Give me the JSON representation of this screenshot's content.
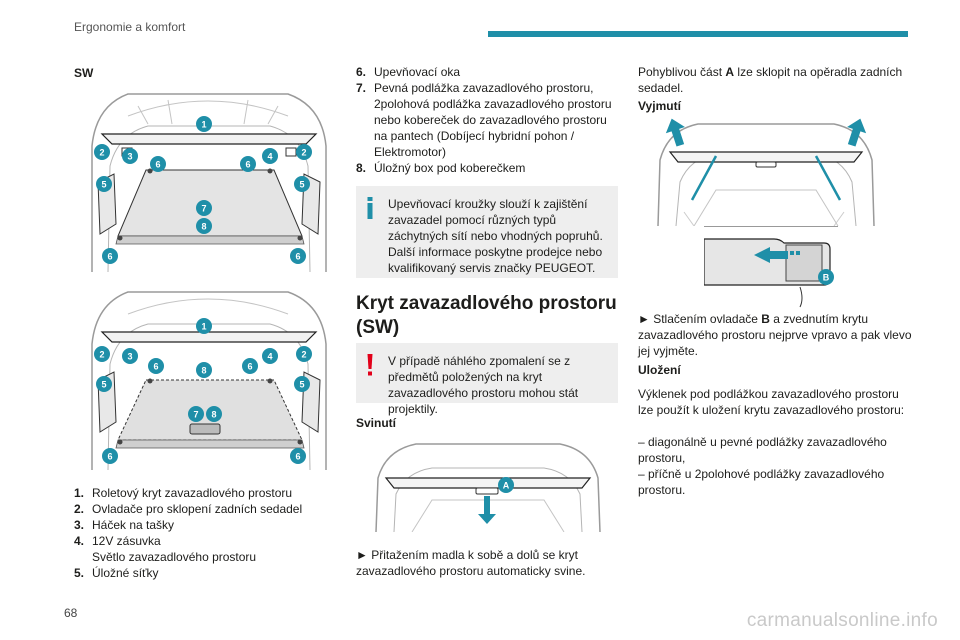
{
  "header": {
    "section": "Ergonomie a komfort"
  },
  "page_number": "68",
  "watermark": "carmanualsonline.info",
  "colors": {
    "accent": "#1f8fa8",
    "note_bg": "#eeeeee",
    "badge": "#1f8fa8",
    "warning": "#e2001a"
  },
  "col1": {
    "label": "SW",
    "fig1_badges": [
      "1",
      "2",
      "3",
      "6",
      "6",
      "4",
      "2",
      "5",
      "5",
      "7",
      "8",
      "6",
      "6"
    ],
    "fig2_badges": [
      "1",
      "2",
      "3",
      "6",
      "8",
      "6",
      "4",
      "2",
      "5",
      "5",
      "7",
      "8",
      "6",
      "6"
    ],
    "list": [
      {
        "n": "1.",
        "t": "Roletový kryt zavazadlového prostoru"
      },
      {
        "n": "2.",
        "t": "Ovladače pro sklopení zadních sedadel"
      },
      {
        "n": "3.",
        "t": "Háček na tašky"
      },
      {
        "n": "4.",
        "t": "12V zásuvka"
      },
      {
        "n": "",
        "t": "Světlo zavazadlového prostoru"
      },
      {
        "n": "5.",
        "t": "Úložné síťky"
      }
    ]
  },
  "col2": {
    "list": [
      {
        "n": "6.",
        "t": "Upevňovací oka"
      },
      {
        "n": "7.",
        "t": "Pevná podlážka zavazadlového prostoru, 2polohová podlážka zavazadlového prostoru nebo kobereček do zavazadlového prostoru na pantech (Dobíjecí hybridní pohon / Elektromotor)"
      },
      {
        "n": "8.",
        "t": "Úložný box pod koberečkem"
      }
    ],
    "info_note": "Upevňovací kroužky slouží k zajištění zavazadel pomocí různých typů záchytných sítí nebo vhodných popruhů. Další informace poskytne prodejce nebo kvalifikovaný servis značky PEUGEOT.",
    "heading": "Kryt zavazadlového prostoru (SW)",
    "warning_note": "V případě náhlého zpomalení se z předmětů položených na kryt zavazadlového prostoru mohou stát projektily.",
    "sub": "Svinutí",
    "fig_badge": "A",
    "para": "► Přitažením madla k sobě a dolů se kryt zavazadlového prostoru automaticky svine."
  },
  "col3": {
    "p1_pre": "Pohyblivou část ",
    "p1_bold": "A",
    "p1_post": " lze sklopit na opěradla zadních sedadel.",
    "sub1": "Vyjmutí",
    "fig_badge": "B",
    "p2_pre": "► Stlačením ovladače ",
    "p2_bold": "B",
    "p2_post": " a zvednutím krytu zavazadlového prostoru nejprve vpravo a pak vlevo jej vyjměte.",
    "sub2": "Uložení",
    "p3": "Výklenek pod podlážkou zavazadlového prostoru lze použít k uložení krytu zavazadlového prostoru:",
    "p4": "– diagonálně u pevné podlážky zavazadlového prostoru,",
    "p5": "– příčně u 2polohové podlážky zavazadlového prostoru."
  }
}
